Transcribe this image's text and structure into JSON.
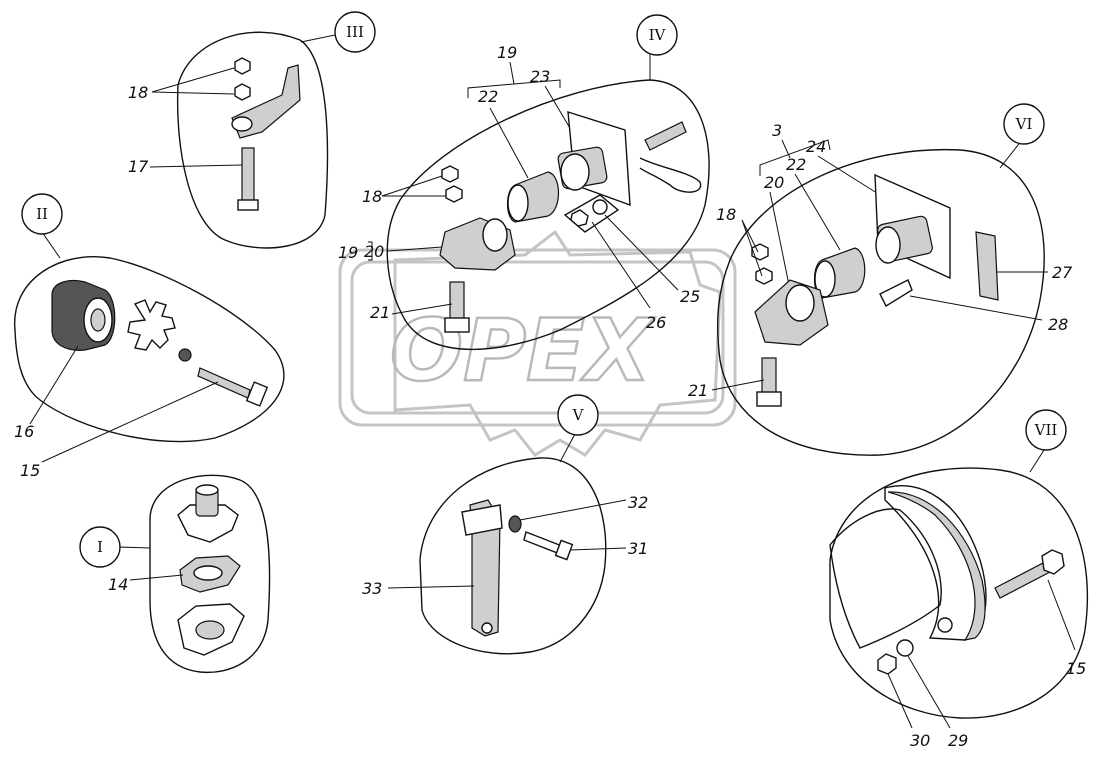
{
  "watermark": {
    "text": "OPEX"
  },
  "groups": {
    "I": "I",
    "II": "II",
    "III": "III",
    "IV": "IV",
    "V": "V",
    "VI": "VI",
    "VII": "VII"
  },
  "labels": {
    "l14": "14",
    "l15a": "15",
    "l15b": "15",
    "l16": "16",
    "l17": "17",
    "l18a": "18",
    "l18b": "18",
    "l18c": "18",
    "l19a": "19",
    "l19b": "19",
    "l20a": "20",
    "l20b": "20",
    "l21a": "21",
    "l21b": "21",
    "l22a": "22",
    "l22b": "22",
    "l23": "23",
    "l24": "24",
    "l25": "25",
    "l26": "26",
    "l27": "27",
    "l28": "28",
    "l29": "29",
    "l30": "30",
    "l31": "31",
    "l32": "32",
    "l33": "33",
    "l3": "3"
  }
}
